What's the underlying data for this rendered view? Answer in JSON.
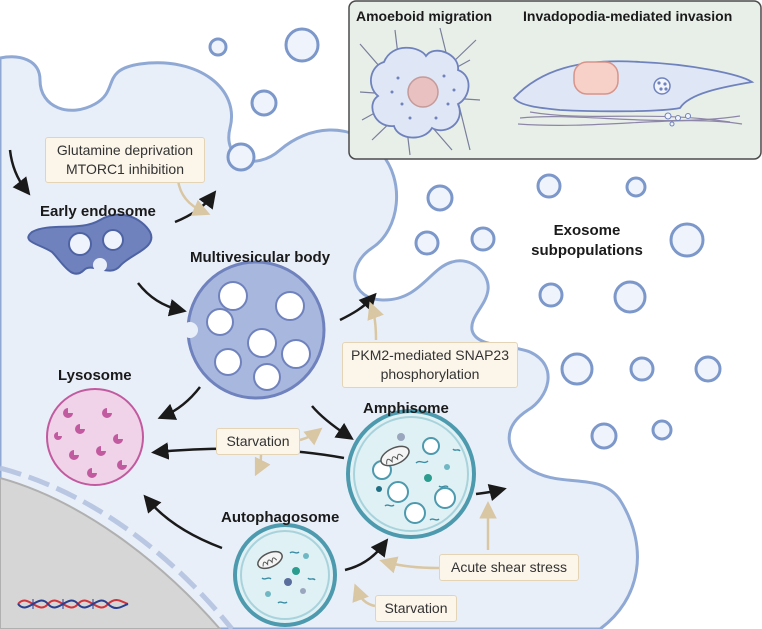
{
  "labels": {
    "early_endosome": "Early endosome",
    "multivesicular_body": "Multivesicular body",
    "lysosome": "Lysosome",
    "amphisome": "Amphisome",
    "autophagosome": "Autophagosome",
    "exosome_line1": "Exosome",
    "exosome_line2": "subpopulations"
  },
  "boxes": {
    "glutamine_line1": "Glutamine deprivation",
    "glutamine_line2": "MTORC1 inhibition",
    "pkm2_line1": "PKM2-mediated SNAP23",
    "pkm2_line2": "phosphorylation",
    "starvation_upper": "Starvation",
    "acute_shear": "Acute shear stress",
    "starvation_lower": "Starvation"
  },
  "inset": {
    "amoeboid_title": "Amoeboid migration",
    "invadopodia_title": "Invadopodia-mediated invasion"
  },
  "colors": {
    "cell_fill": "#e9eff9",
    "membrane": "#8fa9d4",
    "endosome_fill": "#6f82bd",
    "mvb_fill": "#a8b7dd",
    "lysosome_fill": "#f0d3e8",
    "lysosome_dots": "#c25aa0",
    "amphisome_fill": "#dff1f4",
    "amphisome_rim": "#4d9aae",
    "exosome_stroke": "#7c97c9",
    "nucleus_fill": "#d6d6d6",
    "inset_bg": "#e8efe9",
    "signal_arrow": "#d9c7a4",
    "pathway_arrow": "#1a1a1a"
  },
  "icons": [
    "dna-logo-icon",
    "mitochondrion-icon"
  ]
}
